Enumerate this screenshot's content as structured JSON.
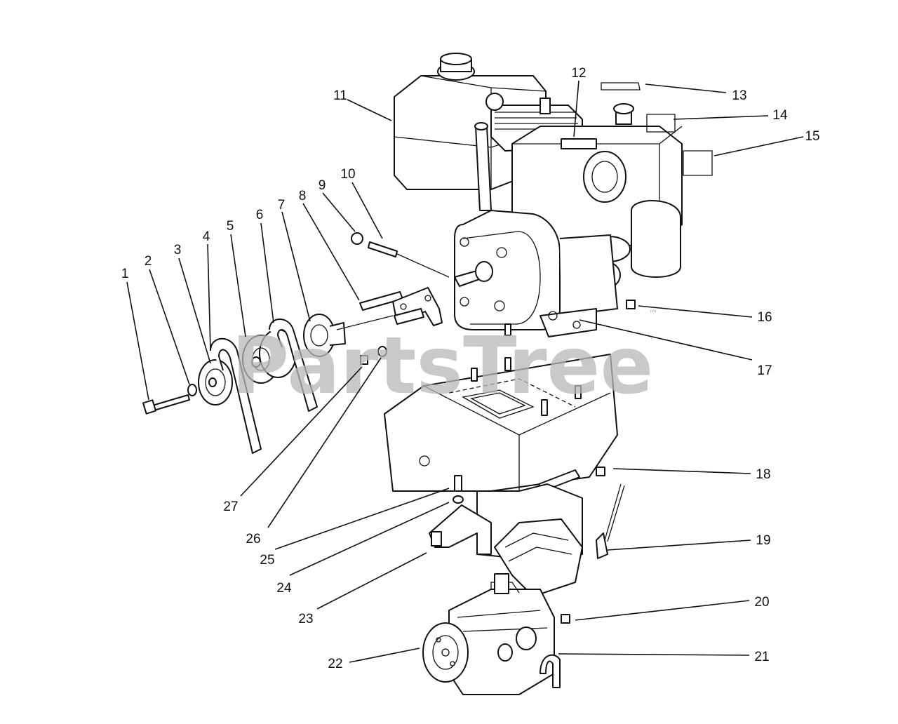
{
  "watermark": {
    "text": "PartsTree",
    "trademark": "™"
  },
  "callouts": [
    "1",
    "2",
    "3",
    "4",
    "5",
    "6",
    "7",
    "8",
    "9",
    "10",
    "11",
    "12",
    "13",
    "14",
    "15",
    "16",
    "17",
    "18",
    "19",
    "20",
    "21",
    "22",
    "23",
    "24",
    "25",
    "26",
    "27"
  ]
}
